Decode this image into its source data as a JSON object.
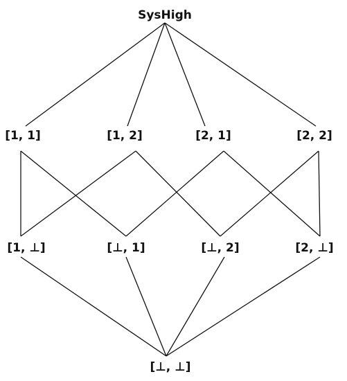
{
  "diagram": {
    "nodes": [
      {
        "id": "top",
        "label": "SysHigh"
      },
      {
        "id": "n11",
        "label": "[1, 1]"
      },
      {
        "id": "n12",
        "label": "[1, 2]"
      },
      {
        "id": "n21",
        "label": "[2, 1]"
      },
      {
        "id": "n22",
        "label": "[2, 2]"
      },
      {
        "id": "n1b",
        "label": "[1, ⊥]"
      },
      {
        "id": "nb1",
        "label": "[⊥, 1]"
      },
      {
        "id": "nb2",
        "label": "[⊥, 2]"
      },
      {
        "id": "n2b",
        "label": "[2, ⊥]"
      },
      {
        "id": "bottom",
        "label": "[⊥, ⊥]"
      }
    ],
    "edges": [
      [
        "top",
        "n11"
      ],
      [
        "top",
        "n12"
      ],
      [
        "top",
        "n21"
      ],
      [
        "top",
        "n22"
      ],
      [
        "n11",
        "n1b"
      ],
      [
        "n11",
        "nb1"
      ],
      [
        "n12",
        "n1b"
      ],
      [
        "n12",
        "nb2"
      ],
      [
        "n21",
        "nb1"
      ],
      [
        "n21",
        "n2b"
      ],
      [
        "n22",
        "nb2"
      ],
      [
        "n22",
        "n2b"
      ],
      [
        "n1b",
        "bottom"
      ],
      [
        "nb1",
        "bottom"
      ],
      [
        "nb2",
        "bottom"
      ],
      [
        "n2b",
        "bottom"
      ]
    ]
  }
}
